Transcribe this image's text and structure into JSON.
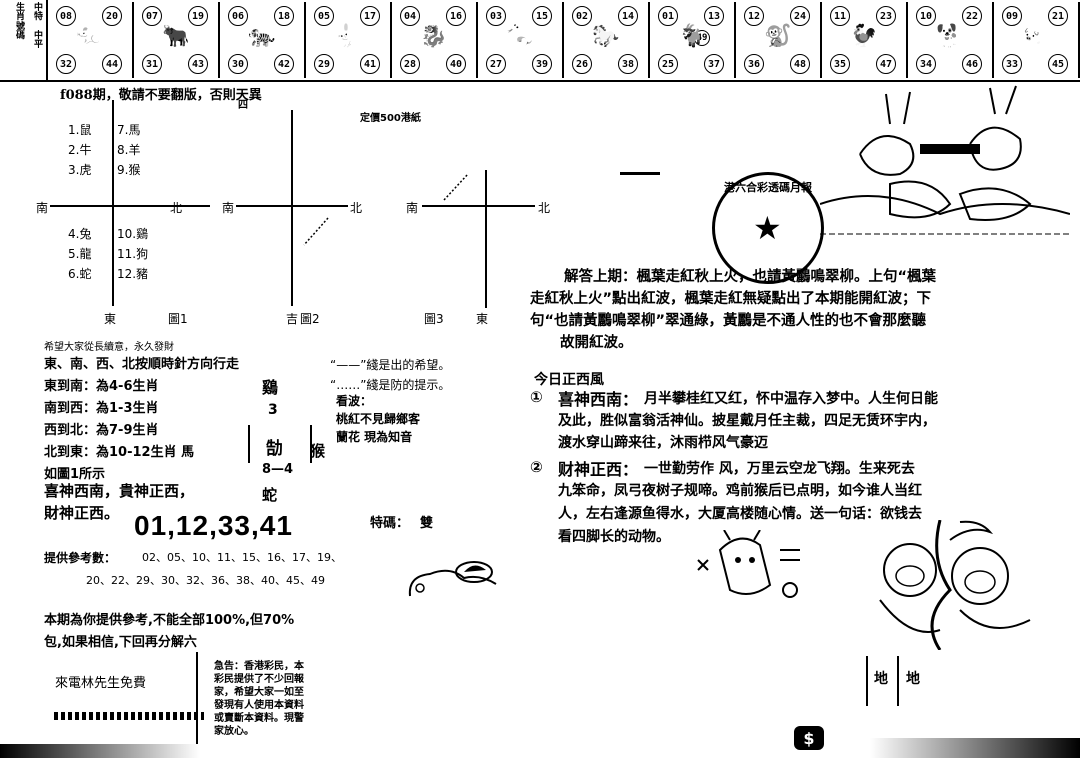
{
  "header": {
    "side_label_1": "生肖",
    "side_label_2": "號碼",
    "side_label_3": "中特",
    "side_label_4": "中平",
    "cells": [
      {
        "top": [
          "08",
          "20"
        ],
        "bottom": [
          "32",
          "44"
        ],
        "animal": "rat-icon"
      },
      {
        "top": [
          "07",
          "19"
        ],
        "bottom": [
          "31",
          "43"
        ],
        "animal": "ox-icon"
      },
      {
        "top": [
          "06",
          "18"
        ],
        "bottom": [
          "30",
          "42"
        ],
        "animal": "tiger-icon"
      },
      {
        "top": [
          "05",
          "17"
        ],
        "bottom": [
          "29",
          "41"
        ],
        "animal": "rabbit-icon"
      },
      {
        "top": [
          "04",
          "16"
        ],
        "bottom": [
          "28",
          "40"
        ],
        "animal": "dragon-icon"
      },
      {
        "top": [
          "03",
          "15"
        ],
        "bottom": [
          "27",
          "39"
        ],
        "animal": "snake-icon"
      },
      {
        "top": [
          "02",
          "14"
        ],
        "bottom": [
          "26",
          "38"
        ],
        "animal": "horse-icon"
      },
      {
        "top": [
          "01",
          "13"
        ],
        "bottom": [
          "25",
          "37"
        ],
        "extra": "49",
        "animal": "goat-icon"
      },
      {
        "top": [
          "12",
          "24"
        ],
        "bottom": [
          "36",
          "48"
        ],
        "animal": "monkey-icon"
      },
      {
        "top": [
          "11",
          "23"
        ],
        "bottom": [
          "35",
          "47"
        ],
        "animal": "rooster-icon"
      },
      {
        "top": [
          "10",
          "22"
        ],
        "bottom": [
          "34",
          "46"
        ],
        "animal": "dog-icon"
      },
      {
        "top": [
          "09",
          "21"
        ],
        "bottom": [
          "33",
          "45"
        ],
        "animal": "pig-icon"
      }
    ]
  },
  "left": {
    "top_line": "f088期，敬請不要翻版，否則天異",
    "north_marker": "四",
    "zodiac_groups": {
      "g1": [
        "1.鼠",
        "2.牛",
        "3.虎"
      ],
      "g2": [
        "7.馬",
        "8.羊",
        "9.猴"
      ],
      "g3": [
        "4.兔",
        "5.龍",
        "6.蛇"
      ],
      "g4": [
        "10.鷄",
        "11.狗",
        "12.豬"
      ]
    },
    "south": "南",
    "north": "北",
    "east": "東",
    "fig1": "圖1",
    "fig2": "圖2",
    "fig2_prefix": "吉",
    "fig3": "圖3",
    "fig3_suffix": "東",
    "price": "定價500港紙",
    "wish": "希望大家從長續意，永久發財",
    "rule_lines": [
      "東、南、西、北按順時針方向行走",
      "東到南：為4-6生肖",
      "南到西：為1-3生肖",
      "西到北：為7-9生肖",
      "北到東：為10-12生肖 馬"
    ],
    "as_fig1": "如圖1所示",
    "legend_solid": "“——”綫是出的希望。",
    "legend_dotted": "“……”綫是防的提示。",
    "center_top": "鷄",
    "center_num": "3",
    "center_box": "勂",
    "center_right": "猴",
    "center_dash": "8—4",
    "center_bottom": "蛇",
    "watch_title": "看波：",
    "watch_1": "桃紅不見歸鄉客",
    "watch_2": "蘭花  現為知音",
    "gods_1": "喜神西南，貴神正西，",
    "gods_2": "財神正西。",
    "big_numbers": "01,12,33,41",
    "special_label": "特碼：",
    "special_value": "雙",
    "ref_label": "提供參考數：",
    "ref_1": "02、05、10、11、15、16、17、19、",
    "ref_2": "20、22、29、30、32、36、38、40、45、49",
    "note_1": "本期為你提供參考,不能全部100%,但70%",
    "note_2": "包,如果相信,下回再分解六",
    "free_call": "來電林先生免費",
    "urgent_text": [
      "急告：香港彩民，本",
      "彩民提供了不少回報",
      "家，希望大家一如至",
      "發現有人使用本資料",
      "或賣斷本資料。現警",
      "家放心。"
    ]
  },
  "right": {
    "seal_text": "港六合彩透碼月報",
    "answer_1": "解答上期：楓葉走紅秋上火，也請黃鸝鳴翠柳。上句“楓葉",
    "answer_2": "走紅秋上火”點出紅波，楓葉走紅無疑點出了本期能開紅波；下",
    "answer_3": "句“也請黃鸝鳴翠柳”翠通綠，黃鸝是不通人性的也不會那麼聽",
    "answer_4": "故開紅波。",
    "today": "今日正西風",
    "p1_num": "①",
    "p1_title": "喜神西南：",
    "p1_1": "月半攀桂红又红，怀中温存入梦中。人生何日能",
    "p1_2": "及此，胜似富翁活神仙。披星戴月任主裁，四足无赁环宇内，",
    "p1_3": "渡水穿山蹄来往，沐雨栉风气豪迈",
    "p2_num": "②",
    "p2_title": "财神正西：",
    "p2_1": "一世勤劳作  风，万里云空龙飞翔。生来死去",
    "p2_2": "九笨命，凤弓夜树子规啼。鸡前猴后已点明，如今谁人当红",
    "p2_3": "人，左右逢源鱼得水，大厦高楼随心情。送一句话：欲钱去",
    "p2_4": "看四脚长的动物。",
    "earth_1": "地",
    "earth_2": "地"
  }
}
